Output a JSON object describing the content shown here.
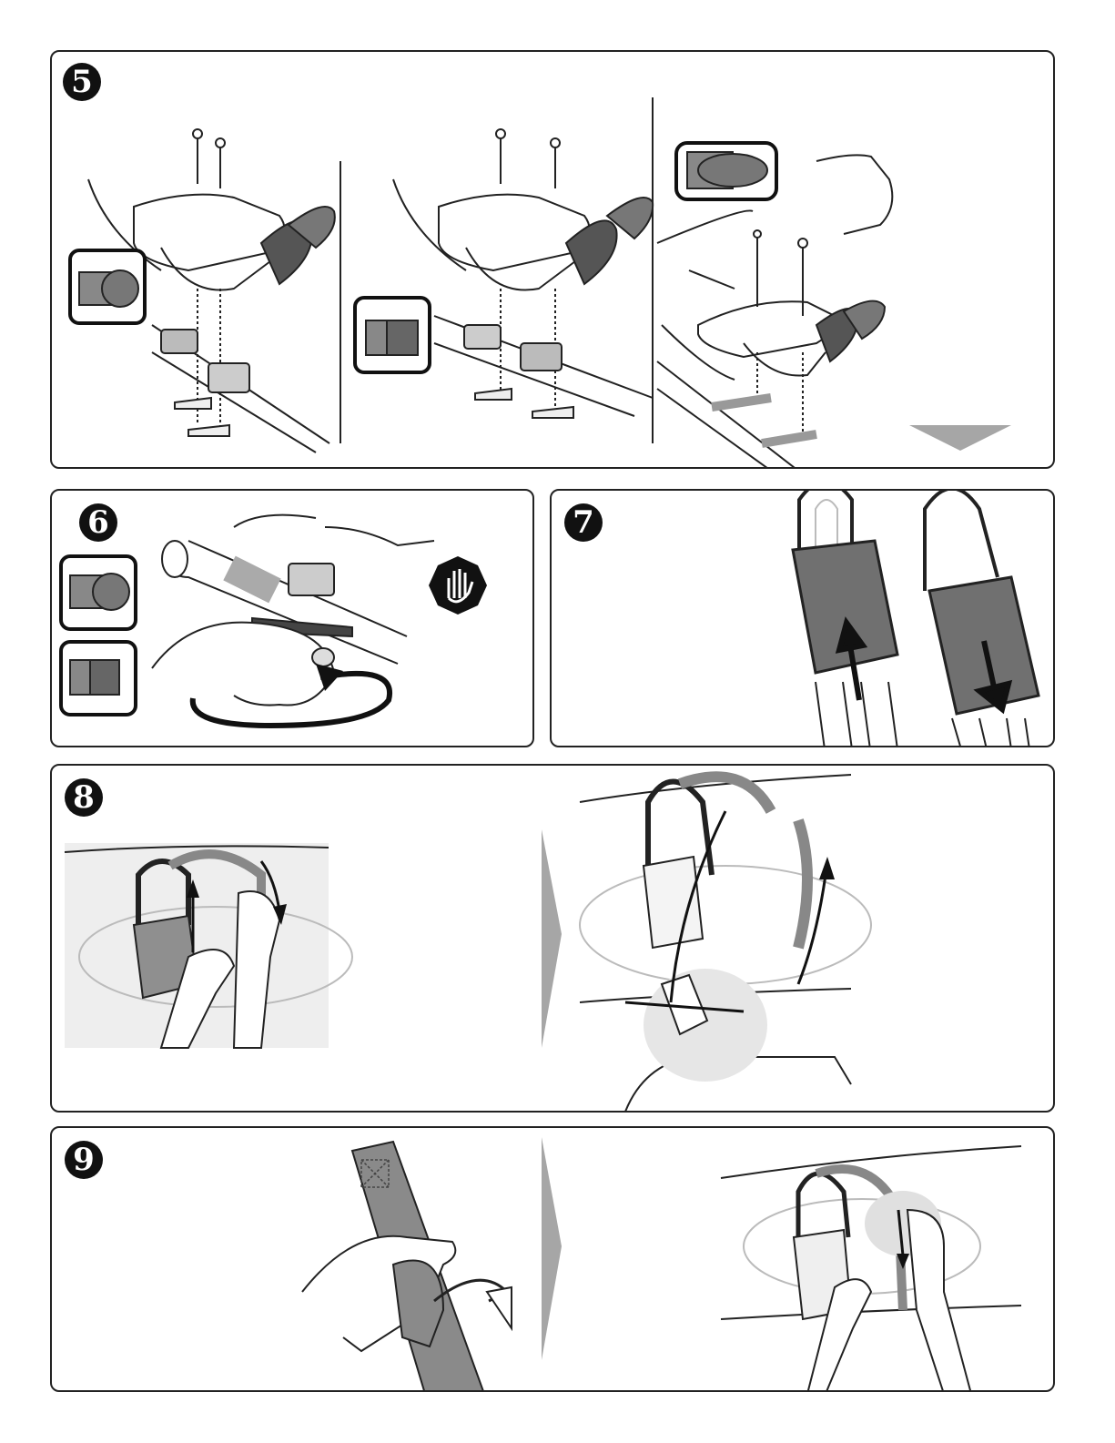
{
  "page": {
    "title": ""
  },
  "steps": [
    {
      "number": "5"
    },
    {
      "number": "6"
    },
    {
      "number": "7"
    },
    {
      "number": "8"
    },
    {
      "number": "9"
    }
  ],
  "icons": {
    "stop_hand": "stop-hand-icon",
    "round_tube": "round-tube-icon",
    "square_tube": "square-tube-icon",
    "next_arrow": "triangle-arrow-icon"
  },
  "colors": {
    "line": "#222222",
    "strap_gray": "#8a8a8a",
    "pad_gray": "#6e6e6e",
    "light_gray": "#e6e6e6",
    "arrow_gray": "#a6a6a6"
  }
}
